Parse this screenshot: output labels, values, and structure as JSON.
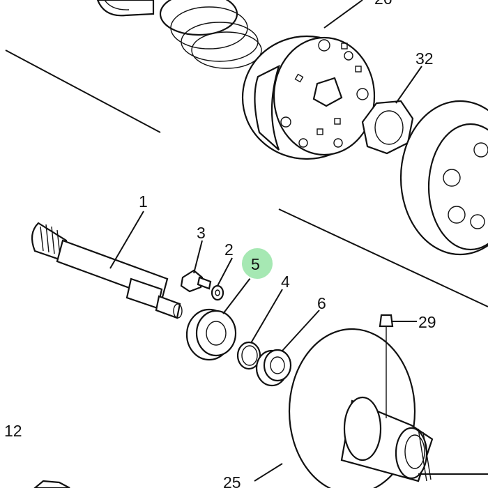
{
  "diagram": {
    "callouts": [
      {
        "id": "1",
        "text": "1"
      },
      {
        "id": "2",
        "text": "2"
      },
      {
        "id": "3",
        "text": "3"
      },
      {
        "id": "4",
        "text": "4"
      },
      {
        "id": "5",
        "text": "5",
        "highlighted": true
      },
      {
        "id": "6",
        "text": "6"
      },
      {
        "id": "12",
        "text": "12"
      },
      {
        "id": "25",
        "text": "25"
      },
      {
        "id": "26",
        "text": "26"
      },
      {
        "id": "29",
        "text": "29"
      },
      {
        "id": "32",
        "text": "32"
      }
    ],
    "highlight_color": "#a6e8b3",
    "line_color": "#111111"
  }
}
